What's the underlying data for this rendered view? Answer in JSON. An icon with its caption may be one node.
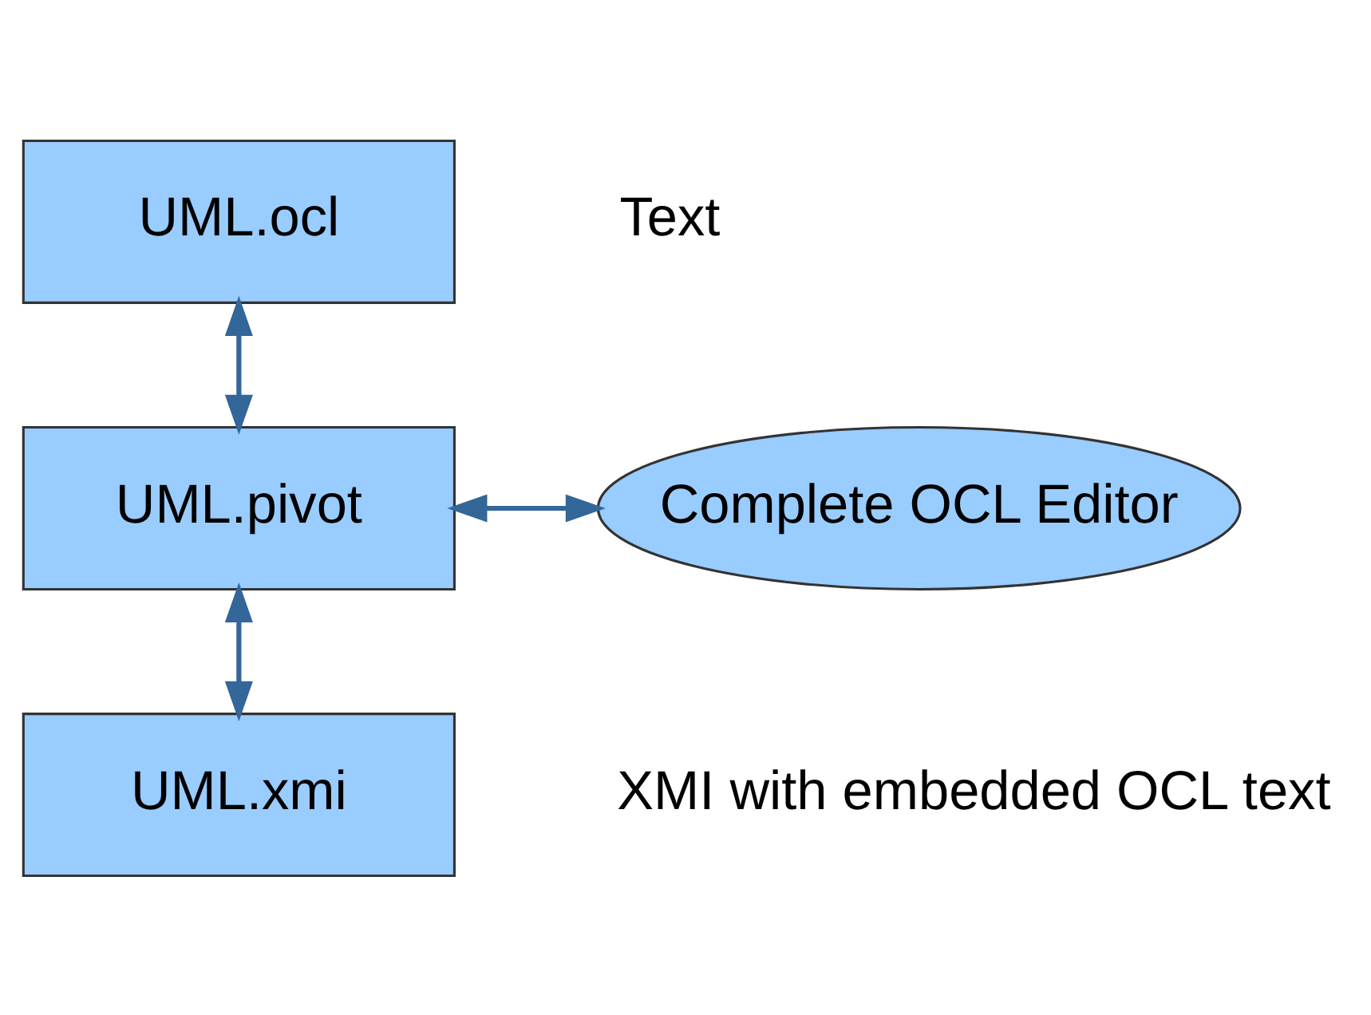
{
  "diagram": {
    "nodes": [
      {
        "text": [
          "UML.ocl"
        ]
      },
      {
        "text": [
          "UML.pivot"
        ]
      },
      {
        "text": [
          "Complete OCL Editor"
        ]
      },
      {
        "text": [
          "UML.xmi"
        ]
      }
    ],
    "edges": [
      {
        "from": 0,
        "to": 1,
        "arrow": "both"
      },
      {
        "from": 1,
        "to": 2,
        "arrow": "both"
      },
      {
        "from": 1,
        "to": 3,
        "arrow": "both"
      }
    ],
    "labels": [
      "Text",
      "XMI with embedded OCL text"
    ]
  }
}
